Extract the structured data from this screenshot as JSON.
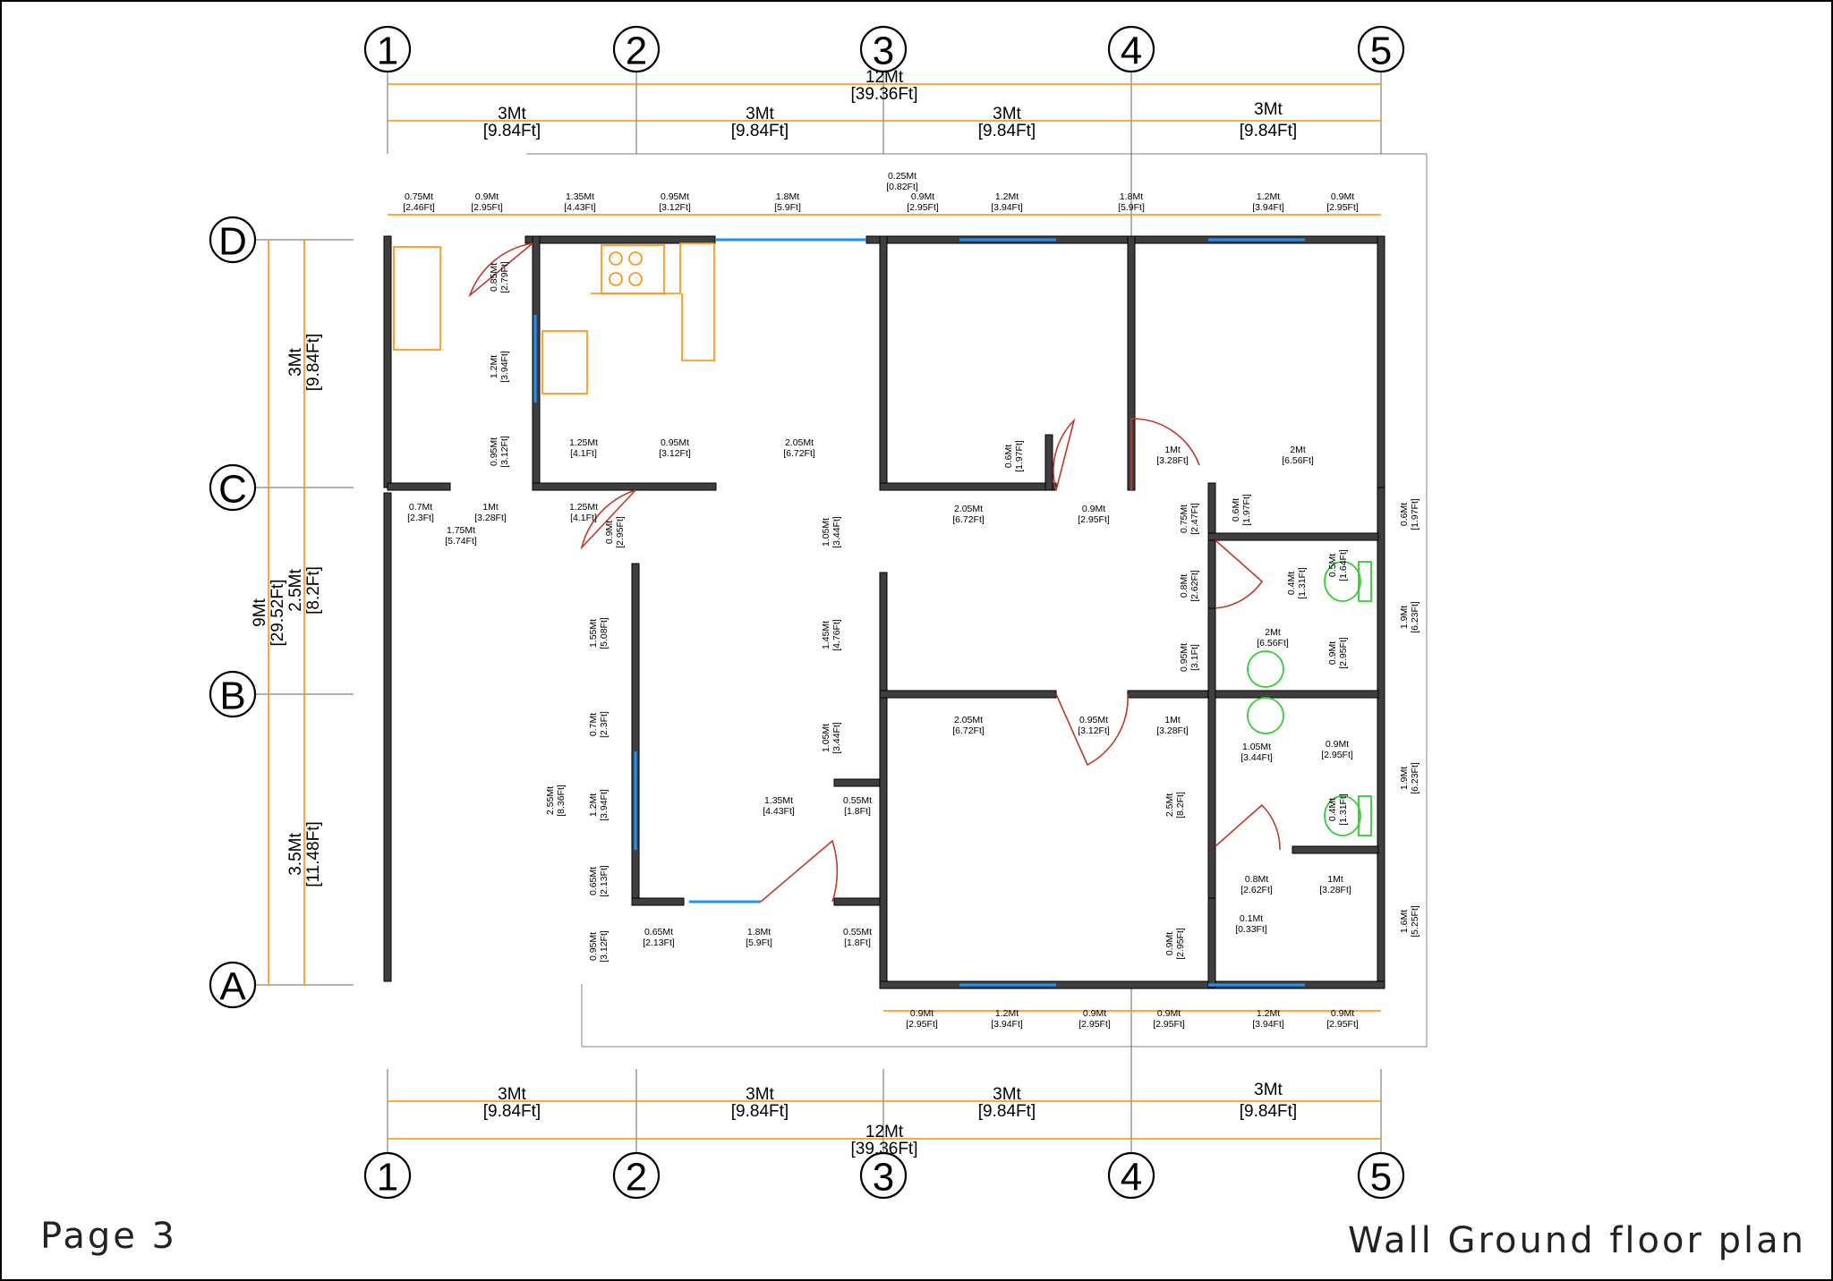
{
  "drawing": {
    "title": "Wall Ground floor plan",
    "page_label": "Page 3"
  },
  "colors": {
    "wall": "#3f3f3f",
    "dimension": "#ff8c00",
    "window": "#1e90ff",
    "door": "#c0392b",
    "kitchen_fixtures": "#ff8c00",
    "sanitary_fixtures": "#33cc33"
  },
  "grid": {
    "columns": [
      "1",
      "2",
      "3",
      "4",
      "5"
    ],
    "rows": [
      "D",
      "C",
      "B",
      "A"
    ]
  },
  "dims": {
    "overall_m": "12Mt",
    "overall_ft": "[39.36Ft]",
    "bay_m": "3Mt",
    "bay_ft": "[9.84Ft]",
    "left_total_m": "9Mt",
    "left_total_ft": "[29.52Ft]",
    "left_dc_m": "3Mt",
    "left_dc_ft": "[9.84Ft]",
    "left_cb_m": "2.5Mt",
    "left_cb_ft": "[8.2Ft]",
    "left_ba_m": "3.5Mt",
    "left_ba_ft": "[11.48Ft]",
    "top_segments": [
      {
        "m": "0.75Mt",
        "ft": "[2.46Ft]"
      },
      {
        "m": "0.9Mt",
        "ft": "[2.95Ft]"
      },
      {
        "m": "1.35Mt",
        "ft": "[4.43Ft]"
      },
      {
        "m": "0.95Mt",
        "ft": "[3.12Ft]"
      },
      {
        "m": "1.8Mt",
        "ft": "[5.9Ft]"
      },
      {
        "m": "0.25Mt",
        "ft": "[0.82Ft]"
      },
      {
        "m": "0.9Mt",
        "ft": "[2.95Ft]"
      },
      {
        "m": "1.2Mt",
        "ft": "[3.94Ft]"
      },
      {
        "m": "1.8Mt",
        "ft": "[5.9Ft]"
      },
      {
        "m": "1.2Mt",
        "ft": "[3.94Ft]"
      },
      {
        "m": "0.9Mt",
        "ft": "[2.95Ft]"
      }
    ],
    "bottom_segments": [
      {
        "m": "0.9Mt",
        "ft": "[2.95Ft]"
      },
      {
        "m": "1.2Mt",
        "ft": "[3.94Ft]"
      },
      {
        "m": "0.9Mt",
        "ft": "[2.95Ft]"
      },
      {
        "m": "0.9Mt",
        "ft": "[2.95Ft]"
      },
      {
        "m": "1.2Mt",
        "ft": "[3.94Ft]"
      },
      {
        "m": "0.9Mt",
        "ft": "[2.95Ft]"
      }
    ],
    "interior": [
      {
        "m": "0.85Mt",
        "ft": "[2.79Ft]"
      },
      {
        "m": "1.2Mt",
        "ft": "[3.94Ft]"
      },
      {
        "m": "0.95Mt",
        "ft": "[3.12Ft]"
      },
      {
        "m": "1.25Mt",
        "ft": "[4.1Ft]"
      },
      {
        "m": "0.95Mt",
        "ft": "[3.12Ft]"
      },
      {
        "m": "2.05Mt",
        "ft": "[6.72Ft]"
      },
      {
        "m": "0.7Mt",
        "ft": "[2.3Ft]"
      },
      {
        "m": "1Mt",
        "ft": "[3.28Ft]"
      },
      {
        "m": "1.75Mt",
        "ft": "[5.74Ft]"
      },
      {
        "m": "1.25Mt",
        "ft": "[4.1Ft]"
      },
      {
        "m": "0.9Mt",
        "ft": "[2.95Ft]"
      },
      {
        "m": "1.05Mt",
        "ft": "[3.44Ft]"
      },
      {
        "m": "1.45Mt",
        "ft": "[4.76Ft]"
      },
      {
        "m": "1.05Mt",
        "ft": "[3.44Ft]"
      },
      {
        "m": "1.55Mt",
        "ft": "[5.08Ft]"
      },
      {
        "m": "0.7Mt",
        "ft": "[2.3Ft]"
      },
      {
        "m": "1.2Mt",
        "ft": "[3.94Ft]"
      },
      {
        "m": "0.65Mt",
        "ft": "[2.13Ft]"
      },
      {
        "m": "0.95Mt",
        "ft": "[3.12Ft]"
      },
      {
        "m": "2.55Mt",
        "ft": "[8.36Ft]"
      },
      {
        "m": "1.35Mt",
        "ft": "[4.43Ft]"
      },
      {
        "m": "0.55Mt",
        "ft": "[1.8Ft]"
      },
      {
        "m": "0.65Mt",
        "ft": "[2.13Ft]"
      },
      {
        "m": "1.8Mt",
        "ft": "[5.9Ft]"
      },
      {
        "m": "0.55Mt",
        "ft": "[1.8Ft]"
      },
      {
        "m": "0.6Mt",
        "ft": "[1.97Ft]"
      },
      {
        "m": "2.05Mt",
        "ft": "[6.72Ft]"
      },
      {
        "m": "0.9Mt",
        "ft": "[2.95Ft]"
      },
      {
        "m": "1Mt",
        "ft": "[3.28Ft]"
      },
      {
        "m": "2Mt",
        "ft": "[6.56Ft]"
      },
      {
        "m": "0.75Mt",
        "ft": "[2.47Ft]"
      },
      {
        "m": "0.6Mt",
        "ft": "[1.97Ft]"
      },
      {
        "m": "0.6Mt",
        "ft": "[1.97Ft]"
      },
      {
        "m": "0.8Mt",
        "ft": "[2.62Ft]"
      },
      {
        "m": "0.4Mt",
        "ft": "[1.31Ft]"
      },
      {
        "m": "0.5Mt",
        "ft": "[1.64Ft]"
      },
      {
        "m": "1.9Mt",
        "ft": "[6.23Ft]"
      },
      {
        "m": "2Mt",
        "ft": "[6.56Ft]"
      },
      {
        "m": "0.95Mt",
        "ft": "[3.1Ft]"
      },
      {
        "m": "0.9Mt",
        "ft": "[2.95Ft]"
      },
      {
        "m": "2.05Mt",
        "ft": "[6.72Ft]"
      },
      {
        "m": "0.95Mt",
        "ft": "[3.12Ft]"
      },
      {
        "m": "1Mt",
        "ft": "[3.28Ft]"
      },
      {
        "m": "1.05Mt",
        "ft": "[3.44Ft]"
      },
      {
        "m": "0.9Mt",
        "ft": "[2.95Ft]"
      },
      {
        "m": "1.9Mt",
        "ft": "[6.23Ft]"
      },
      {
        "m": "2.5Mt",
        "ft": "[8.2Ft]"
      },
      {
        "m": "0.4Mt",
        "ft": "[1.31Ft]"
      },
      {
        "m": "0.8Mt",
        "ft": "[2.62Ft]"
      },
      {
        "m": "1Mt",
        "ft": "[3.28Ft]"
      },
      {
        "m": "0.1Mt",
        "ft": "[0.33Ft]"
      },
      {
        "m": "1.6Mt",
        "ft": "[5.25Ft]"
      },
      {
        "m": "0.9Mt",
        "ft": "[2.95Ft]"
      }
    ]
  }
}
